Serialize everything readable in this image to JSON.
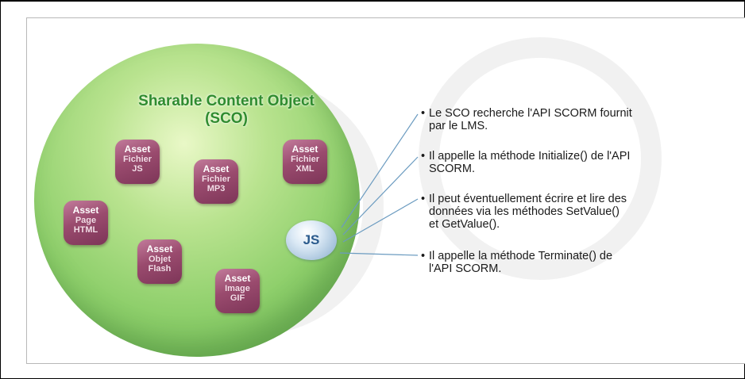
{
  "sphere": {
    "title_line1": "Sharable Content Object",
    "title_line2": "(SCO)"
  },
  "assets": [
    {
      "title": "Asset",
      "sub1": "Fichier",
      "sub2": "JS"
    },
    {
      "title": "Asset",
      "sub1": "Fichier",
      "sub2": "MP3"
    },
    {
      "title": "Asset",
      "sub1": "Fichier",
      "sub2": "XML"
    },
    {
      "title": "Asset",
      "sub1": "Page",
      "sub2": "HTML"
    },
    {
      "title": "Asset",
      "sub1": "Objet",
      "sub2": "Flash"
    },
    {
      "title": "Asset",
      "sub1": "Image",
      "sub2": "GIF"
    }
  ],
  "js_label": "JS",
  "bullets": [
    {
      "line1": "Le SCO recherche l'API SCORM fournit",
      "line2": "par le LMS."
    },
    {
      "line1": "Il appelle la méthode Initialize() de l'API",
      "line2": "SCORM."
    },
    {
      "line1": "Il peut éventuellement écrire et lire des",
      "line2": "données via les méthodes SetValue()",
      "line3": "et GetValue()."
    },
    {
      "line1": "Il appelle la méthode Terminate() de",
      "line2": "l'API SCORM."
    }
  ],
  "bullet_marker": "•",
  "colors": {
    "sphere_green": "#8ecf6b",
    "title_green": "#2f8c2f",
    "asset_maroon": "#9a4b6e",
    "js_blue": "#a7c3dc",
    "connector_blue": "#6b9bc0"
  }
}
